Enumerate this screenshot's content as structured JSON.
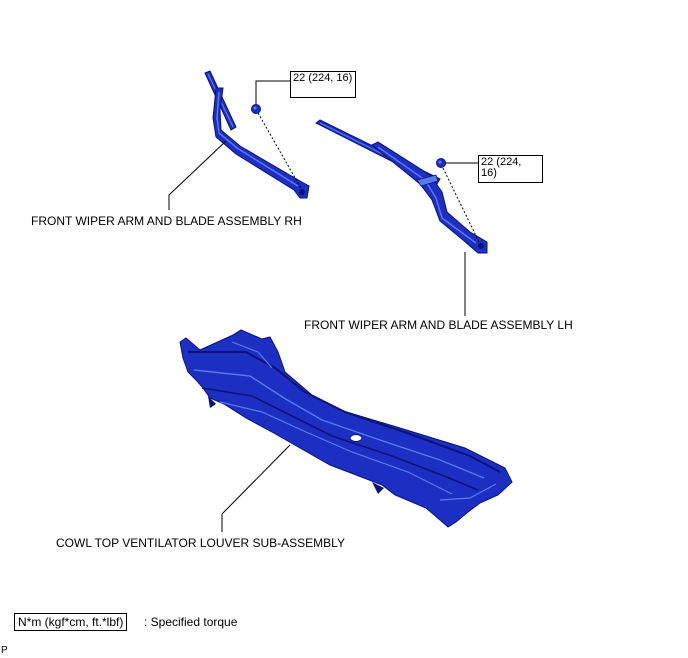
{
  "colors": {
    "part_fill": "#1c2fc2",
    "part_dark": "#0a1478",
    "part_light": "#5a78f0",
    "line": "#000000"
  },
  "parts": {
    "wiper_rh": "FRONT WIPER ARM AND BLADE ASSEMBLY RH",
    "wiper_lh": "FRONT WIPER ARM AND BLADE ASSEMBLY LH",
    "cowl": "COWL TOP VENTILATOR LOUVER SUB-ASSEMBLY"
  },
  "torque": {
    "rh": "22 (224, 16)",
    "lh": "22 (224, 16)"
  },
  "legend": {
    "box": "N*m (kgf*cm, ft.*lbf)",
    "text": ": Specified torque"
  },
  "footer": {
    "letter": "P"
  }
}
